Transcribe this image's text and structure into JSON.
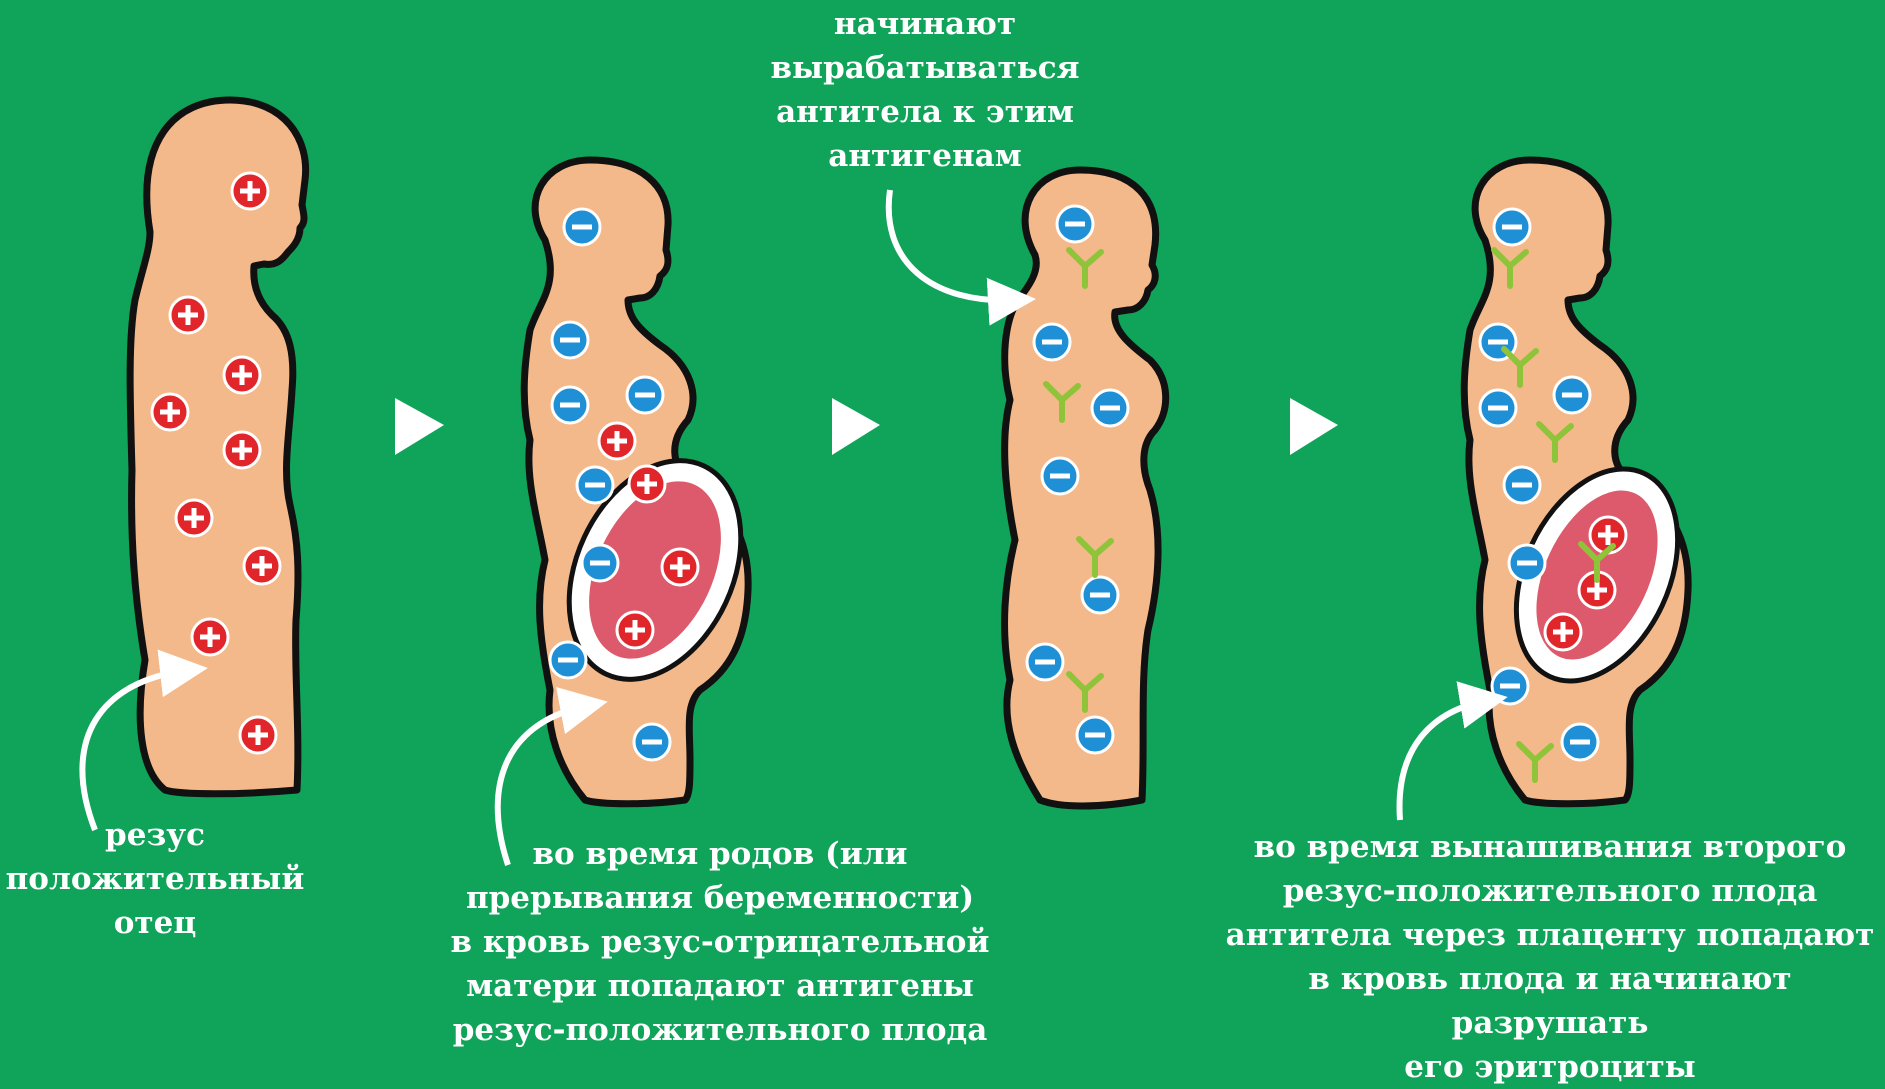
{
  "colors": {
    "background": "#10a35a",
    "body_fill": "#f4b98a",
    "body_outline": "#111111",
    "antigen_positive": "#e0252b",
    "antigen_negative": "#1f8fd6",
    "antibody": "#8fc43a",
    "fetus_fill": "#dc5a6b",
    "text": "#ffffff"
  },
  "captions": {
    "father": "резус\nположительный\nотец",
    "birth": "во время родов (или\nпрерывания беременности)\nв кровь резус-отрицательной\nматери попадают антигены\nрезус-положительного плода",
    "antibodies": "начинают\nвырабатываться\nантитела к этим\nантигенам",
    "second_pregnancy": "во время вынашивания второго\nрезус-положительного плода\nантитела через плаценту попадают\nв кровь плода и начинают разрушать\nего эритроциты"
  },
  "icons": {
    "positive": "plus-antigen-icon",
    "negative": "minus-antigen-icon",
    "antibody": "y-antibody-icon",
    "arrow": "play-arrow-icon"
  }
}
